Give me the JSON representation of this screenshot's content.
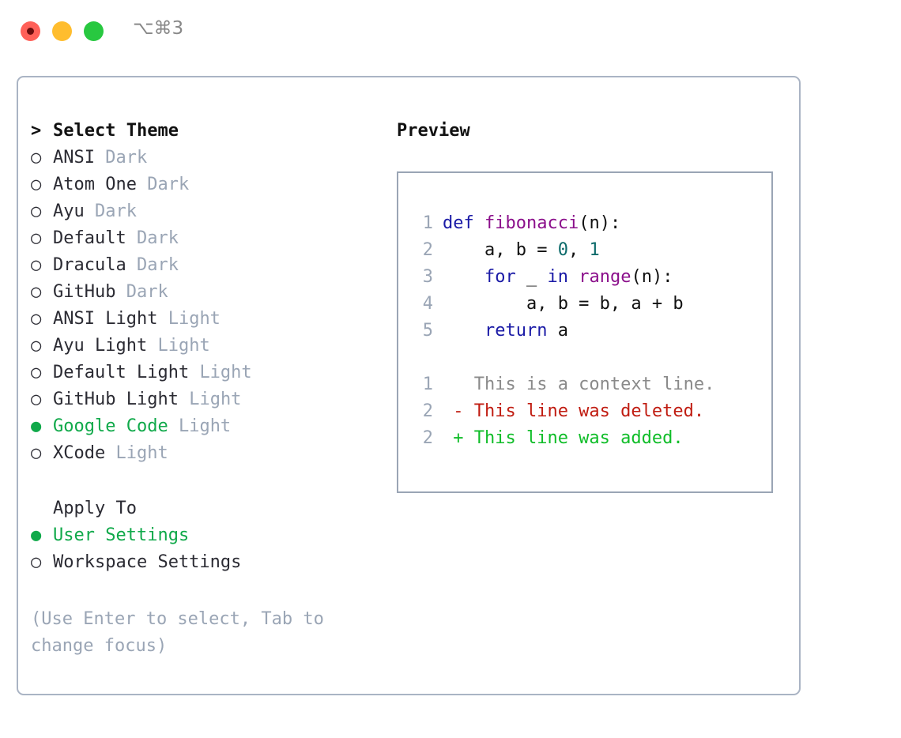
{
  "titlebar": {
    "shortcut": "⌥⌘3",
    "traffic_lights": [
      {
        "name": "close",
        "color": "#ff6058"
      },
      {
        "name": "minimize",
        "color": "#ffbd2e"
      },
      {
        "name": "maximize",
        "color": "#28c840"
      }
    ]
  },
  "theme_picker": {
    "header": "Select Theme",
    "caret": ">",
    "markers": {
      "selected": "●",
      "unselected": "○"
    },
    "items": [
      {
        "label": "ANSI",
        "tag": "Dark",
        "selected": false
      },
      {
        "label": "Atom One",
        "tag": "Dark",
        "selected": false
      },
      {
        "label": "Ayu",
        "tag": "Dark",
        "selected": false
      },
      {
        "label": "Default",
        "tag": "Dark",
        "selected": false
      },
      {
        "label": "Dracula",
        "tag": "Dark",
        "selected": false
      },
      {
        "label": "GitHub",
        "tag": "Dark",
        "selected": false
      },
      {
        "label": "ANSI Light",
        "tag": "Light",
        "selected": false
      },
      {
        "label": "Ayu Light",
        "tag": "Light",
        "selected": false
      },
      {
        "label": "Default Light",
        "tag": "Light",
        "selected": false
      },
      {
        "label": "GitHub Light",
        "tag": "Light",
        "selected": false
      },
      {
        "label": "Google Code",
        "tag": "Light",
        "selected": true
      },
      {
        "label": "XCode",
        "tag": "Light",
        "selected": false
      }
    ]
  },
  "apply_to": {
    "header": "Apply To",
    "items": [
      {
        "label": "User Settings",
        "selected": true
      },
      {
        "label": "Workspace Settings",
        "selected": false
      }
    ]
  },
  "hint": "(Use Enter to select, Tab to change focus)",
  "preview": {
    "header": "Preview",
    "code_lines": [
      {
        "no": "1",
        "tokens": [
          {
            "t": "def ",
            "c": "kw"
          },
          {
            "t": "fibonacci",
            "c": "fn"
          },
          {
            "t": "(n):",
            "c": "plain"
          }
        ]
      },
      {
        "no": "2",
        "tokens": [
          {
            "t": "    a, b = ",
            "c": "plain"
          },
          {
            "t": "0",
            "c": "num"
          },
          {
            "t": ", ",
            "c": "plain"
          },
          {
            "t": "1",
            "c": "num"
          }
        ]
      },
      {
        "no": "3",
        "tokens": [
          {
            "t": "    for",
            "c": "kw"
          },
          {
            "t": " _ ",
            "c": "plain"
          },
          {
            "t": "in",
            "c": "kw"
          },
          {
            "t": " ",
            "c": "plain"
          },
          {
            "t": "range",
            "c": "fn"
          },
          {
            "t": "(n):",
            "c": "plain"
          }
        ]
      },
      {
        "no": "4",
        "tokens": [
          {
            "t": "        a, b = b, a + b",
            "c": "plain"
          }
        ]
      },
      {
        "no": "5",
        "tokens": [
          {
            "t": "    return",
            "c": "kw"
          },
          {
            "t": " a",
            "c": "plain"
          }
        ]
      }
    ],
    "diff_lines": [
      {
        "no": "1",
        "sign": " ",
        "text": "This is a context line.",
        "kind": "ctx"
      },
      {
        "no": "2",
        "sign": "-",
        "text": "This line was deleted.",
        "kind": "del"
      },
      {
        "no": "2",
        "sign": "+",
        "text": "This line was added.",
        "kind": "add"
      }
    ]
  },
  "colors": {
    "panel_border": "#aab4c4",
    "preview_border": "#9aa5b5",
    "accent_green": "#10a94a",
    "muted_gray": "#9aa5b5",
    "text": "#2b2b33",
    "kw": "#1a1aa6",
    "fn": "#8b0f8b",
    "num": "#0d6b6b",
    "diff_del": "#c01c11",
    "diff_add": "#0fbd28",
    "diff_ctx": "#8a8a8a"
  }
}
